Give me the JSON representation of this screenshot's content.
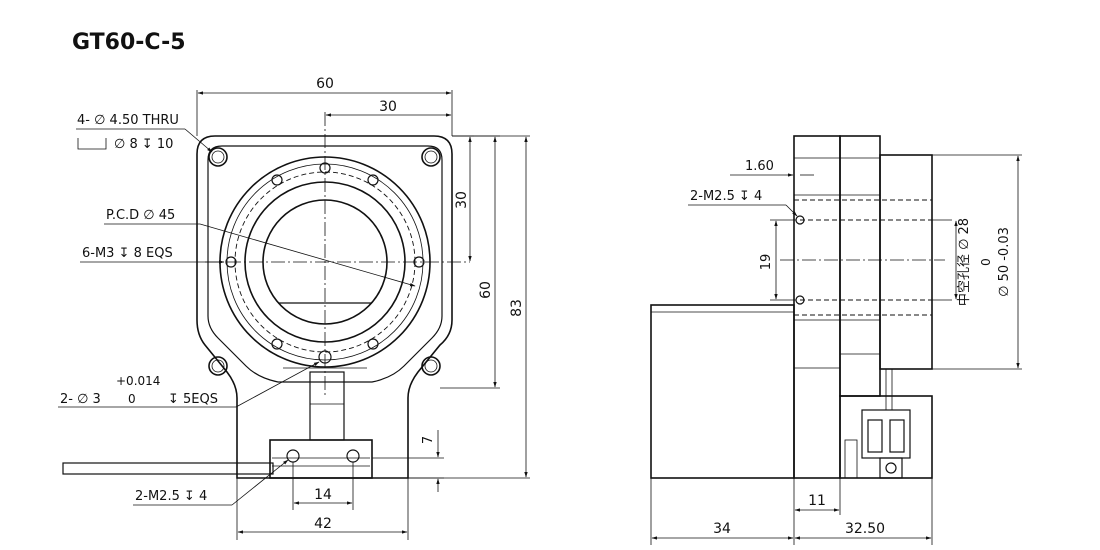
{
  "title": "GT60-C-5",
  "front": {
    "dim_width": "60",
    "dim_half_width": "30",
    "dim_half_height": "30",
    "dim_height": "60",
    "dim_total_height": "83",
    "note_thru_line1": "4- ∅ 4.50 THRU",
    "note_thru_line2": "∅ 8 ↧ 10",
    "note_pcd": "P.C.D ∅ 45",
    "note_m3": "6-M3 ↧ 8 EQS",
    "note_pin_tol": "+0.014",
    "note_pin_main": "2- ∅ 3",
    "note_pin_zero": "0",
    "note_pin_depth": "↧ 5EQS",
    "dim_7": "7",
    "dim_14": "14",
    "dim_42": "42",
    "note_m25": "2-M2.5 ↧ 4"
  },
  "side": {
    "dim_160": "1.60",
    "note_m25": "2-M2.5 ↧ 4",
    "dim_19": "19",
    "note_hollow": "中空孔径 ∅ 28",
    "note_dia_zero": "0",
    "note_dia50": "∅ 50 -0.03",
    "dim_11": "11",
    "dim_34": "34",
    "dim_3250": "32.50"
  }
}
